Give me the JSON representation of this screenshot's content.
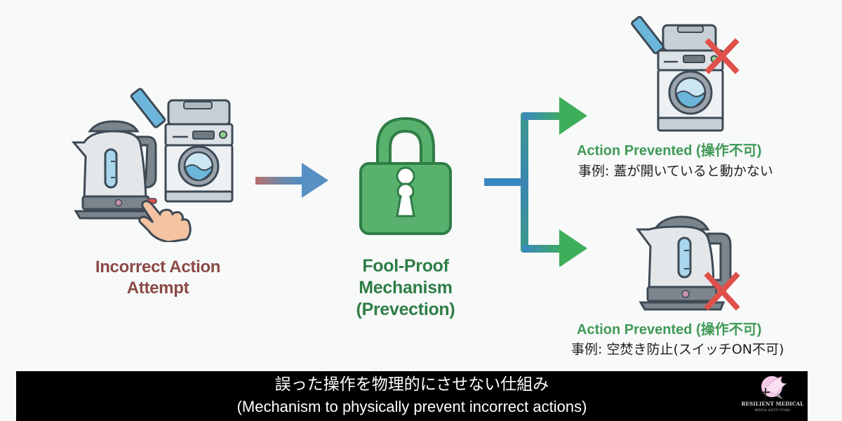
{
  "diagram": {
    "source": {
      "label_line1": "Incorrect Action",
      "label_line2": "Attempt",
      "icons": [
        "kettle-icon",
        "washing-machine-icon",
        "pointing-hand-icon"
      ]
    },
    "mechanism": {
      "label_line1": "Fool-Proof",
      "label_line2": "Mechanism",
      "label_line3": "(Prevection)",
      "icon": "padlock-icon"
    },
    "outcomes": [
      {
        "title": "Action Prevented (操作不可)",
        "example": "事例: 蓋が開いていると動かない",
        "icon": "washing-machine-icon",
        "status_icon": "red-x-icon"
      },
      {
        "title": "Action Prevented (操作不可)",
        "example": "事例: 空焚き防止(スイッチON不可)",
        "icon": "kettle-icon",
        "status_icon": "red-x-icon"
      }
    ],
    "colors": {
      "source_label": "#8a4a46",
      "mechanism_label": "#2e7d45",
      "outcome_title": "#3f9a57",
      "lock_fill": "#58b26e",
      "lock_stroke": "#2f7d46",
      "cross": "#e0504a",
      "arrow_start": "#b8706e",
      "arrow_end": "#4f8ec3",
      "branch_start": "#3a86c0",
      "branch_end": "#3fae5a"
    }
  },
  "caption": {
    "japanese": "誤った操作を物理的にさせない仕組み",
    "english": "(Mechanism to physically prevent incorrect actions)"
  },
  "logo": {
    "name": "RESILIENT MEDICAL",
    "tagline": "MEDICAL SAFETY STUDIO"
  }
}
